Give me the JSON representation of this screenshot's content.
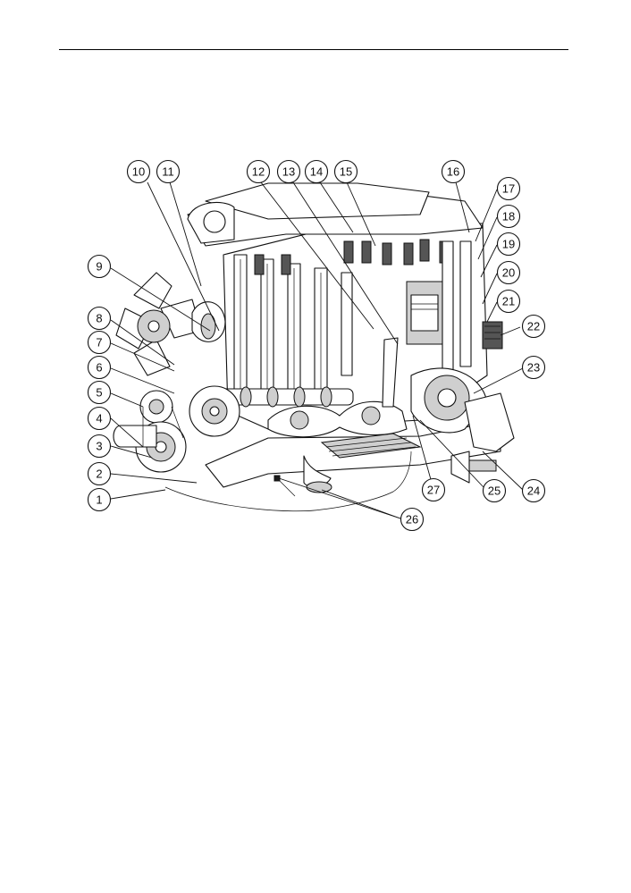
{
  "figure": {
    "callouts": [
      "1",
      "2",
      "3",
      "4",
      "5",
      "6",
      "7",
      "8",
      "9",
      "10",
      "11",
      "12",
      "13",
      "14",
      "15",
      "16",
      "17",
      "18",
      "19",
      "20",
      "21",
      "22",
      "23",
      "24",
      "25",
      "26",
      "27"
    ]
  },
  "icons": {
    "engine": "engine-cutaway-illustration"
  }
}
